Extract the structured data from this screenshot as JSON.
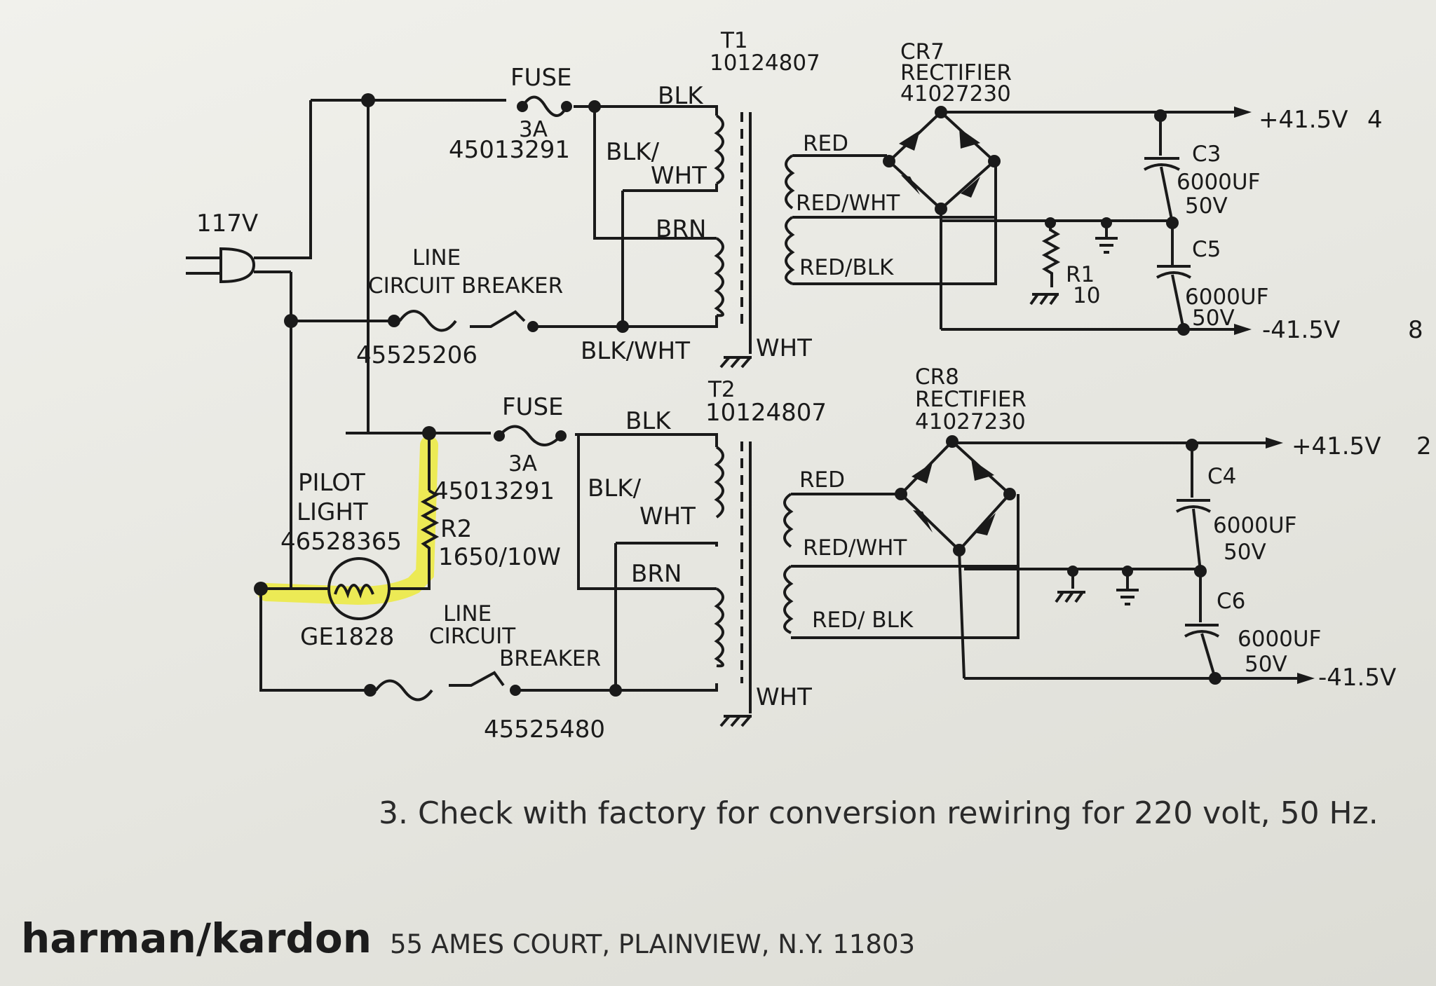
{
  "labels": {
    "v117": "117V",
    "t1": "T1",
    "t1_part": "10124807",
    "cr7": "CR7",
    "rectifier_a": "RECTIFIER",
    "cr7_part": "41027230",
    "fuse_a": "FUSE",
    "fuse_a_rating": "3A",
    "fuse_a_part": "45013291",
    "blk_a": "BLK",
    "blkwht_a1": "BLK/",
    "blkwht_a2": "WHT",
    "brn_a": "BRN",
    "line_cb_1": "LINE",
    "line_cb_2": "CIRCUIT  BREAKER",
    "cb_a_part": "45525206",
    "blkwht_a_bottom": "BLK/WHT",
    "wht_a": "WHT",
    "red_a": "RED",
    "redwht_a": "RED/WHT",
    "redblk_a": "RED/BLK",
    "r1": "R1",
    "r1_val": "10",
    "c3": "C3",
    "c3_cap": "6000UF",
    "c3_v": "50V",
    "c5": "C5",
    "c5_cap": "6000UF",
    "c5_v": "50V",
    "plus_415_a": "+41.5V",
    "minus_415_a": "-41.5V",
    "edge_4": "4",
    "edge_8": "8",
    "t2": "T2",
    "t2_part": "10124807",
    "cr8": "CR8",
    "rectifier_b": "RECTIFIER",
    "cr8_part": "41027230",
    "fuse_b": "FUSE",
    "fuse_b_rating": "3A",
    "fuse_b_part": "45013291",
    "blk_b": "BLK",
    "blkwht_b1": "BLK/",
    "blkwht_b2": "WHT",
    "brn_b": "BRN",
    "pilot_1": "PILOT",
    "pilot_2": "LIGHT",
    "pilot_part": "46528365",
    "r2": "R2",
    "r2_val": "1650/10W",
    "lamp": "GE1828",
    "line_cb_b1": "LINE",
    "line_cb_b2": "CIRCUIT",
    "line_cb_b3": "BREAKER",
    "cb_b_part": "45525480",
    "wht_b": "WHT",
    "red_b": "RED",
    "redwht_b": "RED/WHT",
    "redblk_b": "RED/ BLK",
    "c4": "C4",
    "c4_cap": "6000UF",
    "c4_v": "50V",
    "c6": "C6",
    "c6_cap": "6000UF",
    "c6_v": "50V",
    "plus_415_b": "+41.5V",
    "minus_415_b": "-41.5V",
    "edge_2": "2"
  },
  "note": "3.  Check with factory for conversion rewiring for 220 volt, 50 Hz.",
  "footer": {
    "brand": "harman/kardon",
    "address": "55 AMES COURT,  PLAINVIEW, N.Y. 11803"
  },
  "colors": {
    "ink": "#1a1a1a",
    "paper": "#efefe9",
    "highlight": "#ecea3c"
  }
}
